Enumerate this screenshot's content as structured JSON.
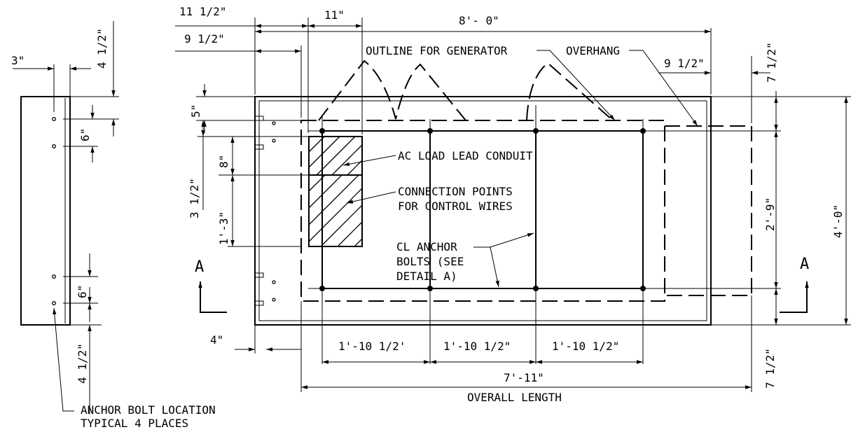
{
  "dims": {
    "top_11_5": "11 1/2\"",
    "top_11": "11\"",
    "top_8_0": "8'- 0\"",
    "top_9_5": "9 1/2\"",
    "right_9_5": "9 1/2\"",
    "left_5": "5\"",
    "left_8": "8\"",
    "left_3_5": "3 1/2\"",
    "left_1_3": "1'-3\"",
    "right_2_9": "2'-9\"",
    "right_4_0": "4'-0\"",
    "right_7_5_top": "7 1/2\"",
    "right_7_5_bottom": "7 1/2\"",
    "bottom_4": "4\"",
    "bottom_1": "1'-10 1/2'",
    "bottom_2": "1'-10 1/2\"",
    "bottom_3": "1'-10 1/2\"",
    "bottom_7_11": "7'-11\"",
    "side_3": "3\"",
    "side_4_5_top": "4 1/2\"",
    "side_6_top": "6\"",
    "side_6_bottom": "6\"",
    "side_4_5_bottom": "4 1/2\""
  },
  "labels": {
    "outline_generator": "OUTLINE FOR GENERATOR",
    "overhang": "OVERHANG",
    "ac_load": "AC LOAD LEAD CONDUIT",
    "connection_1": "CONNECTION POINTS",
    "connection_2": "FOR CONTROL WIRES",
    "cl_anchor_1": "CL ANCHOR",
    "cl_anchor_2": "BOLTS (SEE",
    "cl_anchor_3": "DETAIL A)",
    "overall_length": "OVERALL LENGTH",
    "anchor_loc_1": "ANCHOR BOLT LOCATION",
    "anchor_loc_2": "TYPICAL 4 PLACES",
    "section_left": "A",
    "section_right": "A"
  }
}
